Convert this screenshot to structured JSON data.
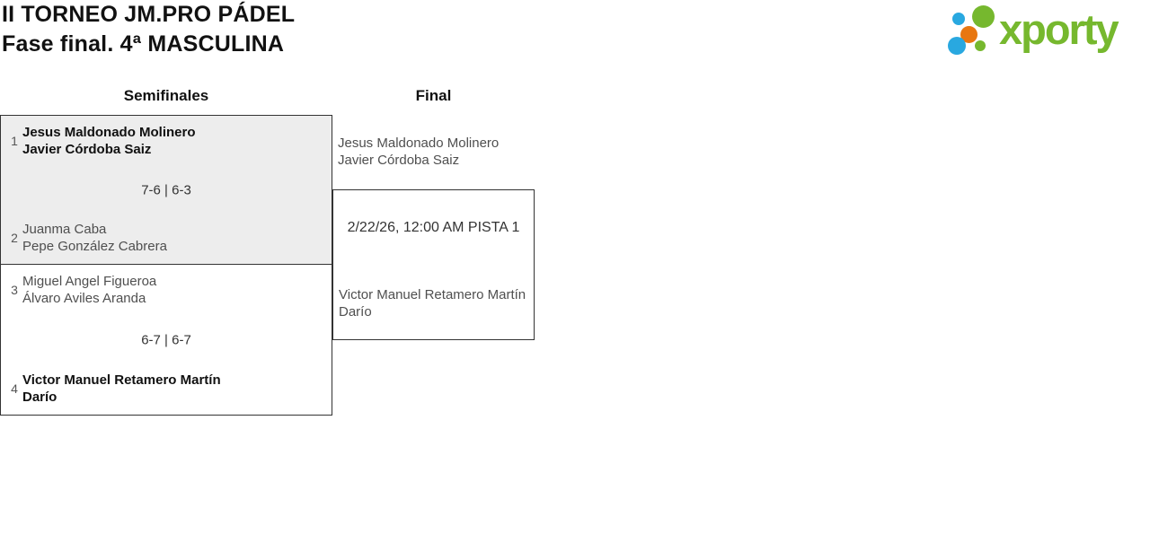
{
  "header": {
    "title_line1": "II TORNEO JM.PRO PÁDEL",
    "title_line2": "Fase final. 4ª MASCULINA"
  },
  "logo": {
    "brand": "xporty",
    "green": "#76b82e",
    "blue": "#29a8e0",
    "orange": "#e87711"
  },
  "rounds": {
    "semifinals_label": "Semifinales",
    "final_label": "Final"
  },
  "semifinals": {
    "match1": {
      "top_seed": "1",
      "top_team": {
        "player1": "Jesus Maldonado Molinero",
        "player2": "Javier Córdoba Saiz"
      },
      "score": "7-6 | 6-3",
      "bottom_seed": "2",
      "bottom_team": {
        "player1": "Juanma Caba",
        "player2": "Pepe González Cabrera"
      }
    },
    "match2": {
      "top_seed": "3",
      "top_team": {
        "player1": "Miguel Angel Figueroa",
        "player2": "Álvaro Aviles Aranda"
      },
      "score": "6-7 | 6-7",
      "bottom_seed": "4",
      "bottom_team": {
        "player1": "Victor Manuel Retamero Martín",
        "player2": "Darío"
      }
    }
  },
  "final": {
    "top_team": {
      "player1": "Jesus Maldonado Molinero",
      "player2": "Javier Córdoba Saiz"
    },
    "match_info": "2/22/26, 12:00 AM PISTA 1",
    "bottom_team": {
      "player1": "Victor Manuel Retamero Martín",
      "player2": "Darío"
    }
  },
  "colors": {
    "highlight_box_bg": "#ededed",
    "box_border": "#333333",
    "winner_text": "#111111",
    "regular_text": "#4f4f4f"
  }
}
